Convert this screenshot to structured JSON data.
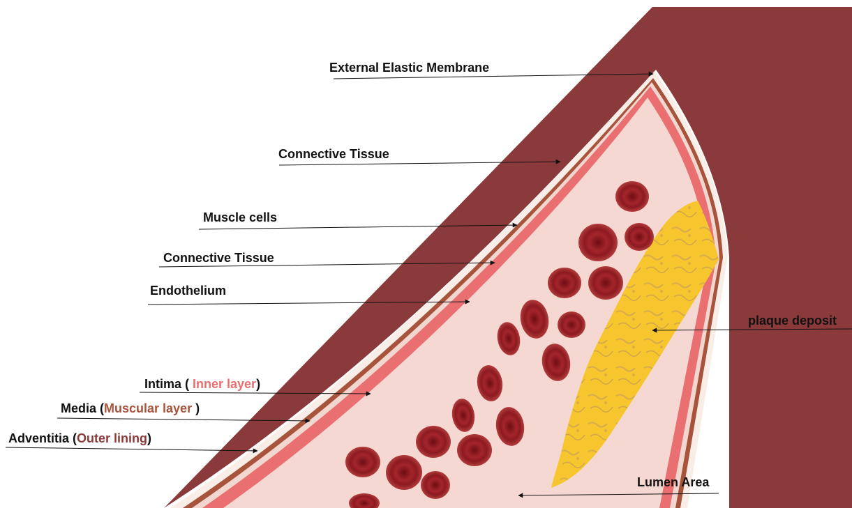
{
  "labels": {
    "external_elastic_membrane": "External Elastic Membrane",
    "connective_tissue_outer": "Connective Tissue",
    "muscle_cells": "Muscle cells",
    "connective_tissue_inner": "Connective Tissue",
    "endothelium": "Endothelium",
    "intima": {
      "prefix": "Intima ( ",
      "colored": "Inner layer",
      "suffix": ")"
    },
    "media": {
      "prefix": "Media (",
      "colored": "Muscular layer",
      "suffix": " )"
    },
    "adventitia": {
      "prefix": "Adventitia (",
      "colored": "Outer lining",
      "suffix": ")"
    },
    "plaque_deposit": "plaque deposit",
    "lumen_area": "Lumen Area"
  },
  "colors": {
    "adventitia": "#8a3a3a",
    "media": "#a8533b",
    "intima": "#ea6f70",
    "lumen": "#f6d8d2",
    "plaque": "#f7c52e",
    "blood_cell": "#9b1f24",
    "label_text": "#111111"
  }
}
